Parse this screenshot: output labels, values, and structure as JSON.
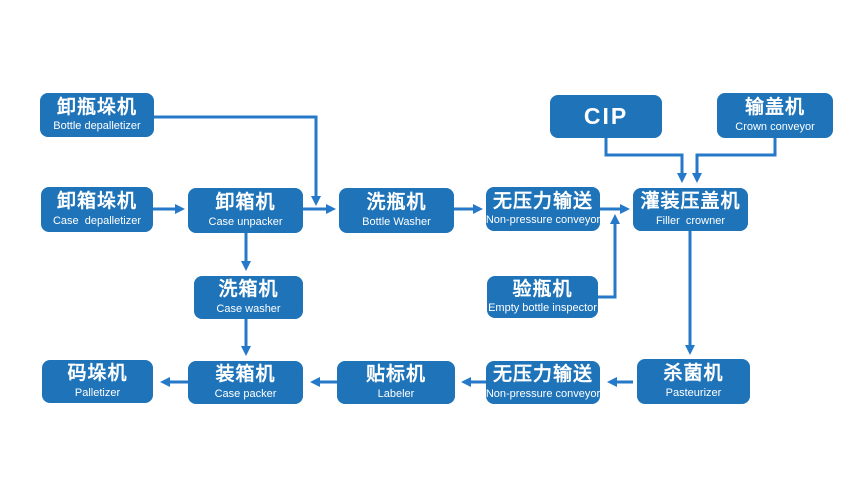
{
  "diagram": {
    "title": "",
    "background_color": "#ffffff",
    "node_fill_color": "#1e73b9",
    "arrow_color": "#2579c8",
    "text_color": "#ffffff"
  },
  "nodes": {
    "bottle_depalletizer": {
      "zh": "卸瓶垛机",
      "en": "Bottle depalletizer"
    },
    "cip": {
      "zh": "CIP",
      "en": ""
    },
    "crown_conveyor": {
      "zh": "输盖机",
      "en": "Crown conveyor"
    },
    "case_depalletizer": {
      "zh": "卸箱垛机",
      "en": "Case  depalletizer"
    },
    "case_unpacker": {
      "zh": "卸箱机",
      "en": "Case unpacker"
    },
    "bottle_washer": {
      "zh": "洗瓶机",
      "en": "Bottle Washer"
    },
    "non_pressure_conveyor_top": {
      "zh": "无压力输送",
      "en": "Non-pressure conveyor"
    },
    "filler_crowner": {
      "zh": "灌装压盖机",
      "en": "Filler  crowner"
    },
    "case_washer": {
      "zh": "洗箱机",
      "en": "Case washer"
    },
    "empty_bottle_inspector": {
      "zh": "验瓶机",
      "en": "Empty bottle inspector"
    },
    "palletizer": {
      "zh": "码垛机",
      "en": "Palletizer"
    },
    "case_packer": {
      "zh": "装箱机",
      "en": "Case packer"
    },
    "labeler": {
      "zh": "贴标机",
      "en": "Labeler"
    },
    "non_pressure_conveyor_bottom": {
      "zh": "无压力输送",
      "en": "Non-pressure conveyor"
    },
    "pasteurizer": {
      "zh": "杀菌机",
      "en": "Pasteurizer"
    }
  },
  "edges": [
    {
      "from": "bottle_depalletizer",
      "to": "bottle_washer"
    },
    {
      "from": "case_depalletizer",
      "to": "case_unpacker"
    },
    {
      "from": "case_unpacker",
      "to": "bottle_washer"
    },
    {
      "from": "case_unpacker",
      "to": "case_washer"
    },
    {
      "from": "case_washer",
      "to": "case_packer"
    },
    {
      "from": "bottle_washer",
      "to": "non_pressure_conveyor_top"
    },
    {
      "from": "non_pressure_conveyor_top",
      "to": "filler_crowner"
    },
    {
      "from": "empty_bottle_inspector",
      "to": "filler_crowner"
    },
    {
      "from": "cip",
      "to": "filler_crowner"
    },
    {
      "from": "crown_conveyor",
      "to": "filler_crowner"
    },
    {
      "from": "filler_crowner",
      "to": "pasteurizer"
    },
    {
      "from": "pasteurizer",
      "to": "non_pressure_conveyor_bottom"
    },
    {
      "from": "non_pressure_conveyor_bottom",
      "to": "labeler"
    },
    {
      "from": "labeler",
      "to": "case_packer"
    },
    {
      "from": "case_packer",
      "to": "palletizer"
    }
  ]
}
